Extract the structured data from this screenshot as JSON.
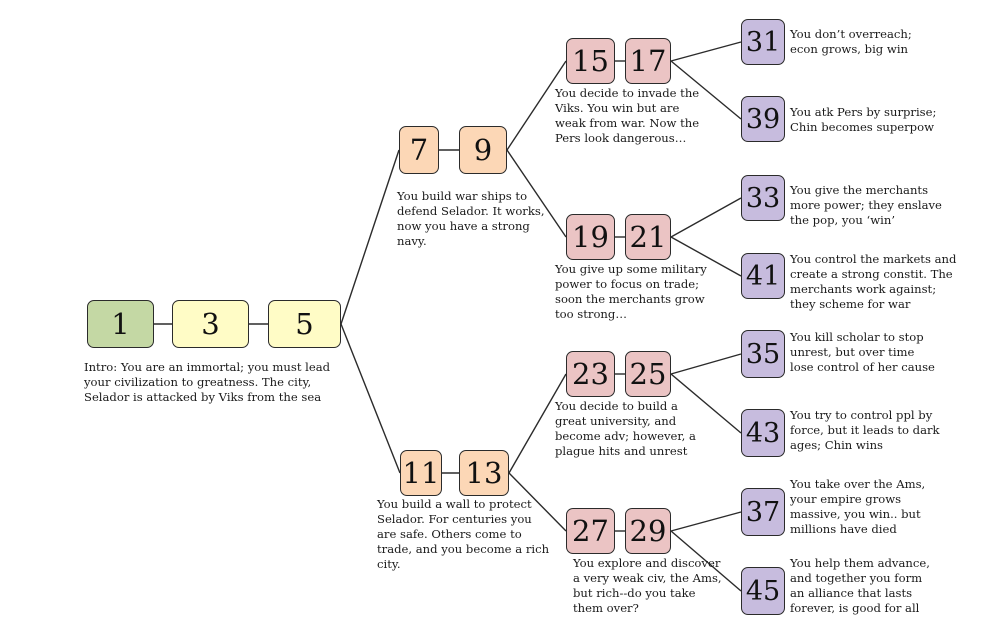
{
  "colors": {
    "green": "#c4d8a4",
    "yellow": "#fffcc6",
    "orange": "#fcd7b6",
    "rose": "#ebc4c4",
    "purple": "#c7bcde",
    "line": "#2b2b2b"
  },
  "nodes": {
    "n1": "1",
    "n3": "3",
    "n5": "5",
    "n7": "7",
    "n9": "9",
    "n11": "11",
    "n13": "13",
    "n15": "15",
    "n17": "17",
    "n19": "19",
    "n21": "21",
    "n23": "23",
    "n25": "25",
    "n27": "27",
    "n29": "29",
    "n31": "31",
    "n33": "33",
    "n35": "35",
    "n37": "37",
    "n39": "39",
    "n41": "41",
    "n43": "43",
    "n45": "45"
  },
  "descriptions": {
    "intro": "Intro: You are an immortal; you must lead\nyour civilization to greatness. The city,\nSelador is attacked by Viks from the sea",
    "d9": "You build war ships to\ndefend Selador. It works,\nnow you have a strong\nnavy.",
    "d13": "You build a wall to protect\nSelador. For centuries you\nare safe. Others come to\ntrade, and you become a rich\ncity.",
    "d17": "You decide to invade the\nViks. You win but are\nweak from war. Now the\nPers look dangerous…",
    "d21": "You give up some military\npower to focus on trade;\nsoon the merchants grow\ntoo strong…",
    "d25": "You decide to build a\ngreat university, and\nbecome adv; however, a\nplague hits and unrest",
    "d29": "You explore and discover\na very weak civ, the Ams,\nbut rich--do you take\nthem over?",
    "d31": "You don’t overreach;\necon grows, big win",
    "d39": "You atk Pers by surprise;\nChin becomes superpow",
    "d33": "You give the merchants\nmore power; they enslave\nthe pop, you ‘win’",
    "d41": "You control the markets and\ncreate a strong constit. The\nmerchants work against;\nthey scheme for war",
    "d35": "You kill scholar to stop\nunrest, but over time\nlose control of her cause",
    "d43": "You try to control ppl by\nforce, but it leads to dark\nages; Chin wins",
    "d37": "You take over the Ams,\nyour empire grows\nmassive, you win.. but\nmillions have died",
    "d45": "You help them advance,\nand together you form\nan alliance that lasts\nforever, is good for all"
  }
}
